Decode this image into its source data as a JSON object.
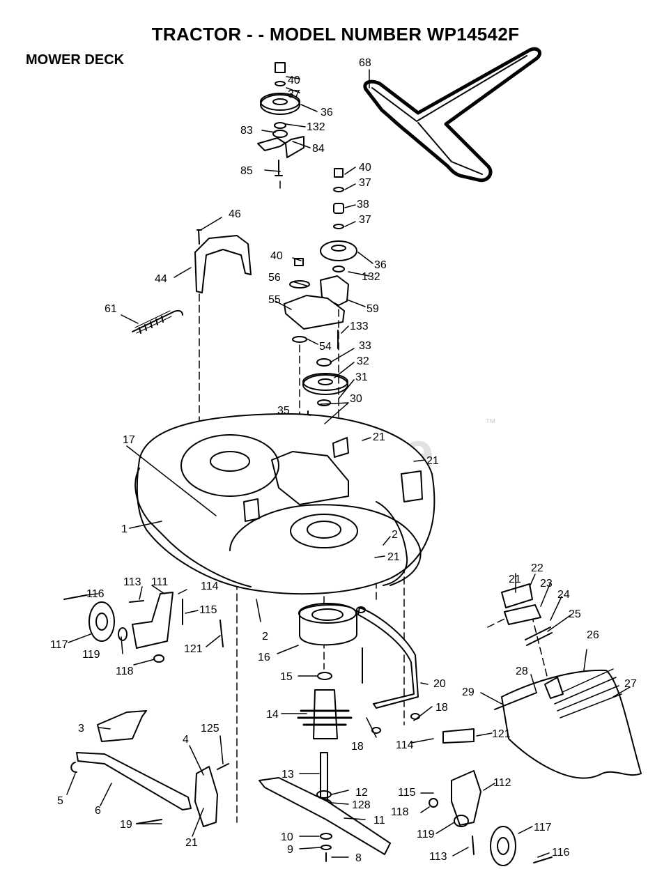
{
  "page": {
    "title": "TRACTOR - - MODEL NUMBER WP14542F",
    "section": "MOWER DECK",
    "watermark": "PartsTree",
    "trademark": "™"
  },
  "parts": [
    "40",
    "37",
    "36",
    "132",
    "83",
    "84",
    "85",
    "68",
    "40",
    "37",
    "38",
    "37",
    "36",
    "132",
    "59",
    "46",
    "44",
    "40",
    "56",
    "55",
    "133",
    "54",
    "33",
    "32",
    "31",
    "30",
    "61",
    "35",
    "21",
    "21",
    "17",
    "1",
    "2",
    "21",
    "116",
    "113",
    "111",
    "114",
    "115",
    "117",
    "119",
    "121",
    "118",
    "2",
    "16",
    "15",
    "14",
    "13",
    "12",
    "128",
    "11",
    "10",
    "9",
    "8",
    "20",
    "18",
    "18",
    "3",
    "4",
    "125",
    "5",
    "6",
    "19",
    "21",
    "21",
    "22",
    "23",
    "24",
    "25",
    "26",
    "27",
    "28",
    "29",
    "114",
    "121",
    "115",
    "112",
    "118",
    "119",
    "113",
    "117",
    "116"
  ]
}
